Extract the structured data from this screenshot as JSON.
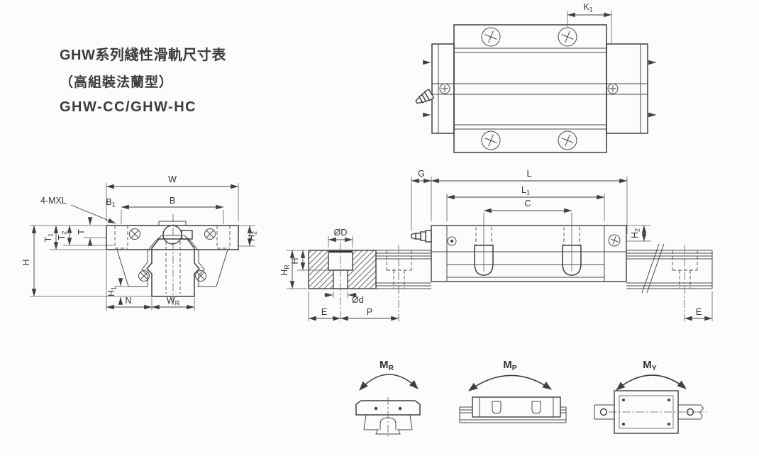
{
  "title": {
    "line1": "GHW系列綫性滑軌尺寸表",
    "line2": "（高組裝法蘭型）",
    "line3": "GHW-CC/GHW-HC"
  },
  "colors": {
    "line": "#3f3f3f",
    "text": "#333333",
    "background": "#fcfcfa"
  },
  "labels": {
    "k1": {
      "base": "K",
      "sub": "1"
    },
    "w": "W",
    "b": "B",
    "b1": {
      "base": "B",
      "sub": "1"
    },
    "thread_callout": "4-MXL",
    "t1": {
      "base": "T",
      "sub": "1"
    },
    "t2": {
      "base": "T",
      "sub": "2"
    },
    "t": "T",
    "h_front": "H",
    "h1": {
      "base": "H",
      "sub": "1"
    },
    "h2_front": {
      "base": "H",
      "sub": "2"
    },
    "n": "N",
    "wr": {
      "base": "W",
      "sub": "R"
    },
    "g": "G",
    "l": "L",
    "l1": {
      "base": "L",
      "sub": "1"
    },
    "c": "C",
    "dia_d_upper": "ØD",
    "dia_d_lower": "Ød",
    "hr": {
      "base": "H",
      "sub": "R"
    },
    "h_side": "H",
    "e_left": "E",
    "p": "P",
    "h2_side": {
      "base": "H",
      "sub": "2"
    },
    "e_right": "E",
    "mr": {
      "base": "M",
      "sub": "R"
    },
    "mp": {
      "base": "M",
      "sub": "P"
    },
    "my": {
      "base": "M",
      "sub": "Y"
    }
  }
}
